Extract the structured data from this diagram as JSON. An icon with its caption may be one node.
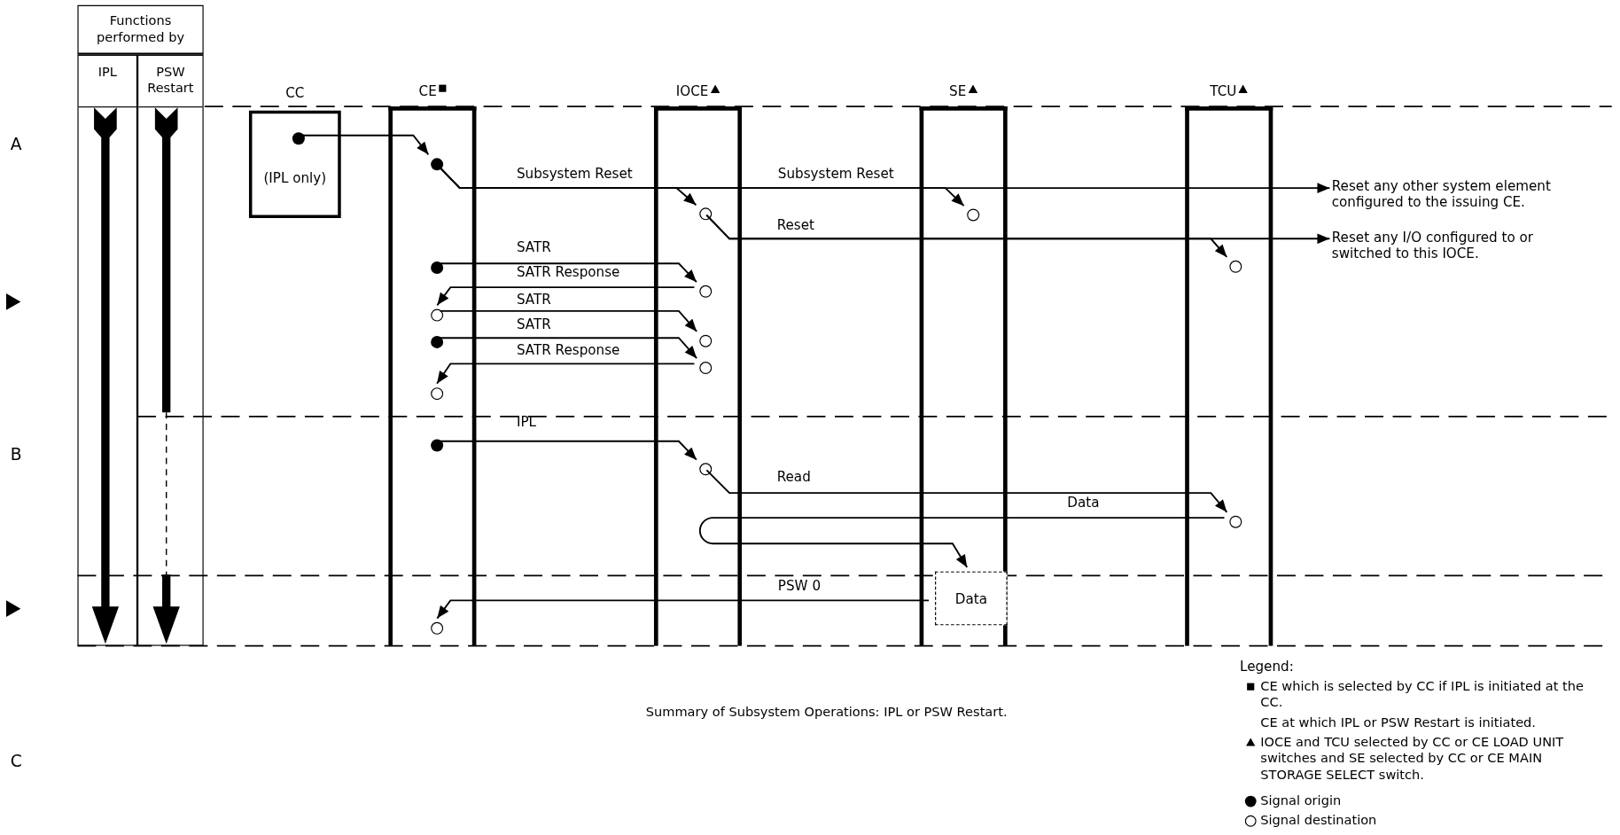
{
  "diagram": {
    "caption": "Summary of Subsystem Operations: IPL or PSW Restart.",
    "nodes": [
      {
        "text": [
          "Functions performed by"
        ]
      },
      {
        "text": [
          "IPL"
        ]
      },
      {
        "text": [
          "PSW Restart"
        ]
      },
      {
        "text": [
          "CC",
          "(IPL only)"
        ]
      },
      {
        "text": [
          "CE"
        ]
      },
      {
        "text": [
          "IOCE"
        ]
      },
      {
        "text": [
          "SE"
        ]
      },
      {
        "text": [
          "TCU"
        ]
      },
      {
        "text": [],
        "shape": "dot",
        "in": 3
      },
      {
        "text": [],
        "shape": "dot",
        "in": 4
      },
      {
        "text": [],
        "shape": "circle",
        "in": 5
      },
      {
        "text": [],
        "shape": "circle",
        "in": 6
      },
      {
        "text": [],
        "shape": "circle",
        "in": 7
      },
      {
        "text": [
          "Reset any other system element configured to the issuing CE."
        ]
      },
      {
        "text": [
          "Reset any I/O configured to or switched to this IOCE."
        ]
      },
      {
        "text": [],
        "shape": "dot",
        "in": 4
      },
      {
        "text": [],
        "shape": "circle",
        "in": 5
      },
      {
        "text": [],
        "shape": "circle",
        "in": 4
      },
      {
        "text": [],
        "shape": "circle",
        "in": 5
      },
      {
        "text": [],
        "shape": "dot",
        "in": 4
      },
      {
        "text": [],
        "shape": "circle",
        "in": 5
      },
      {
        "text": [],
        "shape": "circle",
        "in": 4
      },
      {
        "text": [],
        "shape": "dot",
        "in": 4
      },
      {
        "text": [],
        "shape": "circle",
        "in": 5
      },
      {
        "text": [],
        "shape": "circle",
        "in": 7
      },
      {
        "text": [
          "Data"
        ],
        "in": 6
      },
      {
        "text": [],
        "shape": "circle",
        "in": 4
      }
    ],
    "edges": [
      {
        "from": 8,
        "to": 9,
        "arrow": "to"
      },
      {
        "from": 9,
        "to": 10,
        "arrow": "to",
        "label": "Subsystem Reset"
      },
      {
        "from": 9,
        "to": 11,
        "arrow": "to",
        "label": "Subsystem Reset"
      },
      {
        "from": 9,
        "to": 13,
        "arrow": "to"
      },
      {
        "from": 10,
        "to": 12,
        "arrow": "to",
        "label": "Reset"
      },
      {
        "from": 10,
        "to": 14,
        "arrow": "to"
      },
      {
        "from": 15,
        "to": 16,
        "arrow": "to",
        "label": "SATR"
      },
      {
        "from": 16,
        "to": 17,
        "arrow": "to",
        "label": "SATR Response"
      },
      {
        "from": 17,
        "to": 18,
        "arrow": "to",
        "label": "SATR"
      },
      {
        "from": 19,
        "to": 20,
        "arrow": "to",
        "label": "SATR"
      },
      {
        "from": 20,
        "to": 21,
        "arrow": "to",
        "label": "SATR Response"
      },
      {
        "from": 22,
        "to": 23,
        "arrow": "to",
        "label": "IPL"
      },
      {
        "from": 23,
        "to": 24,
        "arrow": "to",
        "label": "Read"
      },
      {
        "from": 24,
        "to": 25,
        "arrow": "to",
        "label": "Data"
      },
      {
        "from": 25,
        "to": 26,
        "arrow": "to",
        "label": "PSW 0"
      }
    ],
    "labels": [
      "A",
      "B",
      "C",
      "Legend:"
    ],
    "legend": [
      {
        "text": "CE which is selected by CC if IPL is initiated at the CC."
      },
      {
        "text": "CE at which IPL or PSW Restart is initiated."
      },
      {
        "text": "IOCE and TCU selected by CC or CE LOAD UNIT switches and SE selected by CC or CE MAIN STORAGE SELECT switch."
      },
      {
        "text": "Signal origin"
      },
      {
        "text": "Signal destination"
      }
    ]
  }
}
